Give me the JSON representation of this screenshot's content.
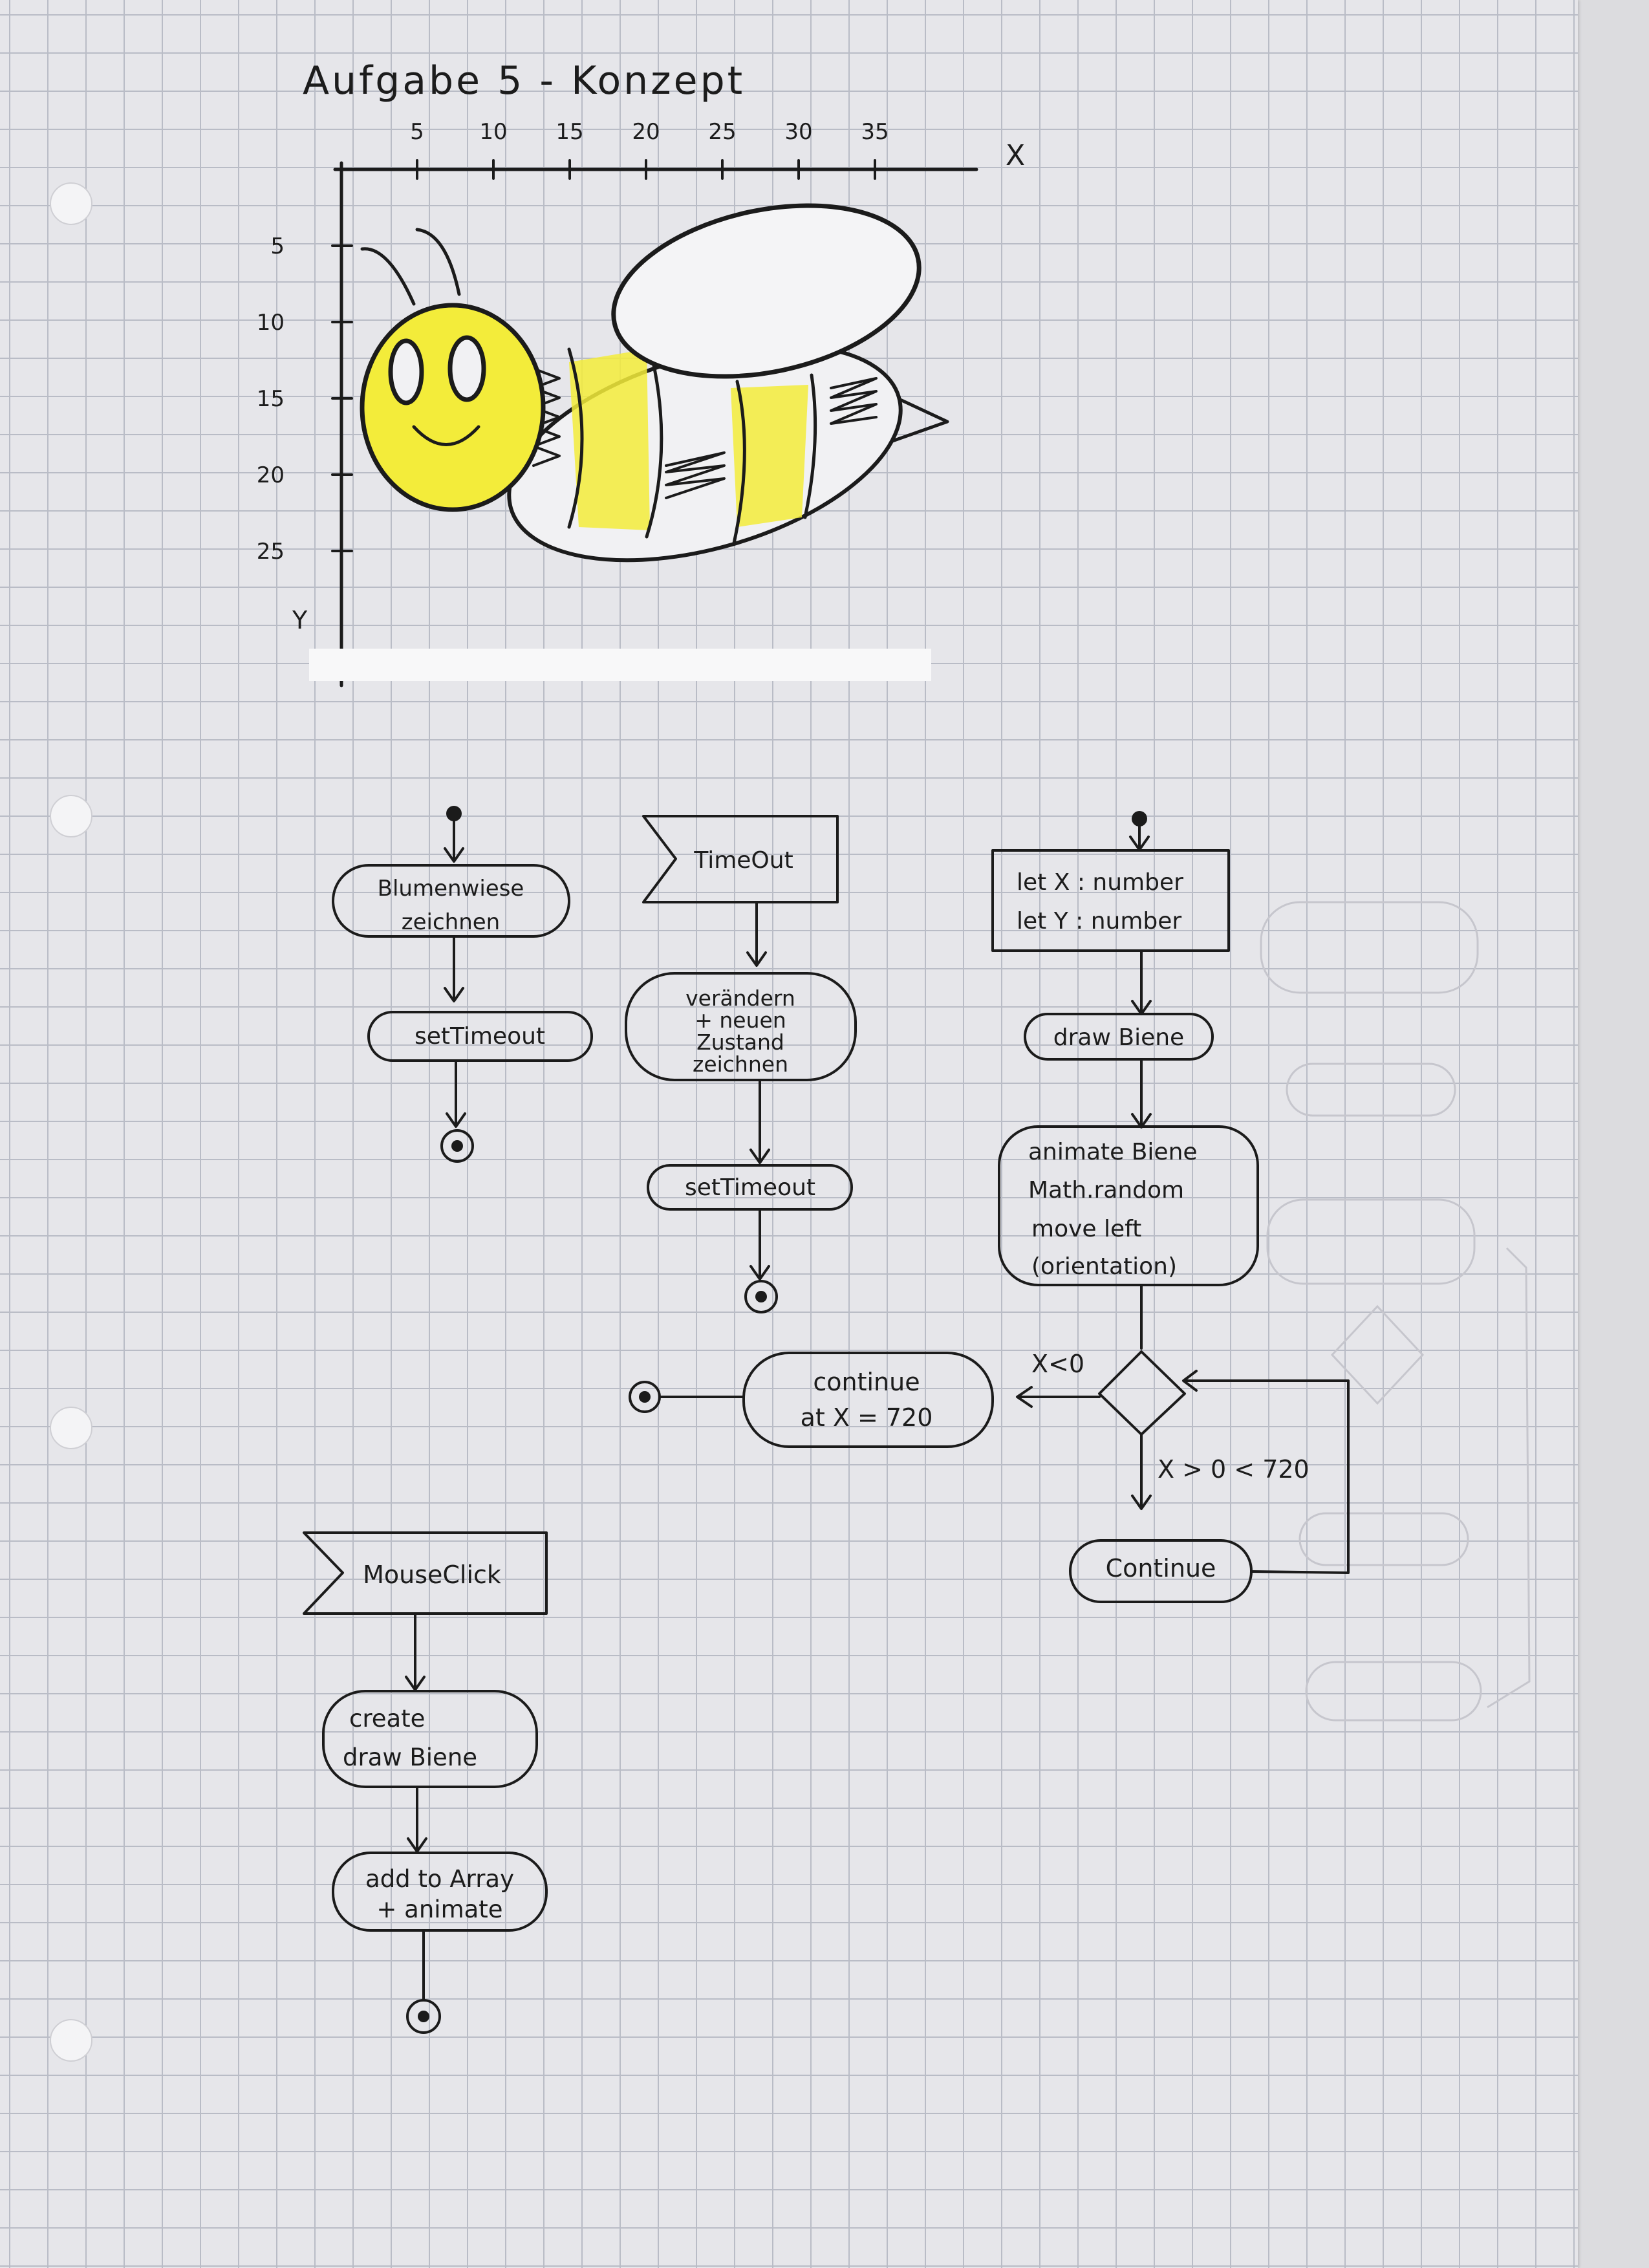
{
  "title": "Aufgabe 5 - Konzept",
  "sketch": {
    "x_axis_label": "X",
    "y_axis_label": "Y",
    "x_ticks": [
      "5",
      "10",
      "15",
      "20",
      "25",
      "30",
      "35"
    ],
    "y_ticks": [
      "5",
      "10",
      "15",
      "20",
      "25"
    ],
    "colors": {
      "bee_yellow": "#f3ec3a",
      "ink": "#1b1b1b"
    }
  },
  "flow_init": {
    "action": "Blumenwiese zeichnen",
    "timeout": "setTimeout"
  },
  "flow_timeout": {
    "signal": "TimeOut",
    "action": "verändern + neuen Zustand zeichnen",
    "timeout": "setTimeout"
  },
  "flow_bee": {
    "declare": [
      "let X : number",
      "let Y : number"
    ],
    "draw": "draw Biene",
    "animate": [
      "animate Biene",
      "Math.random",
      "move left",
      "(orientation)"
    ],
    "guard_left": "X<0",
    "guard_range": "X > 0 < 720",
    "continue_at": [
      "continue",
      "at X = 720"
    ],
    "continue": "Continue"
  },
  "flow_click": {
    "signal": "MouseClick",
    "create": [
      "create",
      "draw Biene"
    ],
    "add": [
      "add to Array",
      "+ animate"
    ]
  }
}
